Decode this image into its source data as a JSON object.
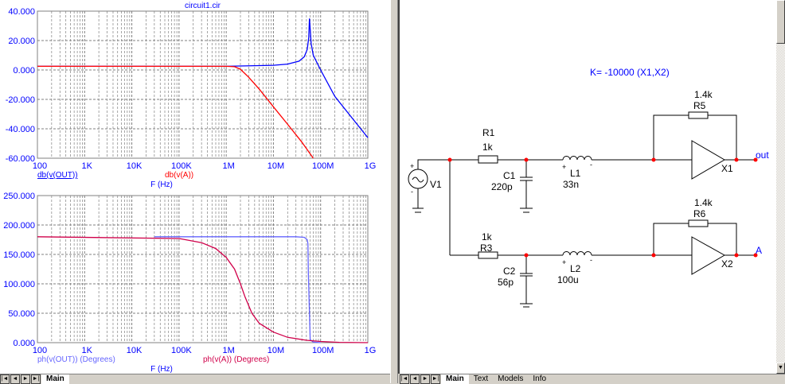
{
  "window": {
    "title": "circuit1.cir"
  },
  "colors": {
    "out": "#0000ff",
    "a": "#ff0000",
    "out_phase": "#6666ff",
    "a_phase": "#d0004a",
    "node": "#ff0000",
    "label": "#0000ff"
  },
  "chart_data": [
    {
      "type": "line",
      "title": "circuit1.cir",
      "xlabel": "F (Hz)",
      "ylabel": "",
      "xscale": "log",
      "xlim": [
        100,
        1000000000
      ],
      "ylim": [
        -60,
        40
      ],
      "grid": true,
      "x_ticks": [
        "100",
        "1K",
        "10K",
        "100K",
        "1M",
        "10M",
        "100M",
        "1G"
      ],
      "y_ticks": [
        "40.000",
        "20.000",
        "0.000",
        "-20.000",
        "-40.000",
        "-60.000"
      ],
      "series": [
        {
          "name": "db(v(OUT))",
          "color": "#0000ff",
          "x": [
            100,
            1000000,
            5000000,
            10000000,
            20000000,
            35000000,
            45000000,
            52000000,
            56000000,
            58000000,
            60000000,
            63000000,
            70000000,
            100000000,
            200000000,
            500000000,
            1000000000
          ],
          "y": [
            2.5,
            2.5,
            3,
            3.2,
            4,
            6,
            9,
            14,
            22,
            35,
            28,
            18,
            10,
            0,
            -18,
            -34,
            -46
          ]
        },
        {
          "name": "db(v(A))",
          "color": "#ff0000",
          "x": [
            100,
            1000000,
            1500000,
            2000000,
            3000000,
            5000000,
            10000000,
            20000000,
            40000000,
            70000000
          ],
          "y": [
            2.5,
            2.5,
            2.2,
            0.5,
            -5,
            -13,
            -25,
            -37,
            -49,
            -60
          ]
        }
      ]
    },
    {
      "type": "line",
      "title": "",
      "xlabel": "F (Hz)",
      "ylabel": "",
      "xscale": "log",
      "xlim": [
        100,
        1000000000
      ],
      "ylim": [
        0,
        250
      ],
      "grid": true,
      "x_ticks": [
        "100",
        "1K",
        "10K",
        "100K",
        "1M",
        "10M",
        "100M",
        "1G"
      ],
      "y_ticks": [
        "250.000",
        "200.000",
        "150.000",
        "100.000",
        "50.000",
        "0.000"
      ],
      "series": [
        {
          "name": "ph(v(OUT)) (Degrees)",
          "color": "#6666ff",
          "x": [
            30000,
            30000000,
            45000000,
            52000000,
            54000000,
            55000000,
            60000000,
            70000000,
            100000000
          ],
          "y": [
            180,
            180,
            179,
            175,
            168,
            120,
            5,
            1,
            0
          ]
        },
        {
          "name": "ph(v(A)) (Degrees)",
          "color": "#d0004a",
          "x": [
            100,
            100000,
            300000,
            600000,
            1000000,
            1500000,
            2000000,
            2500000,
            3500000,
            5000000,
            10000000,
            20000000,
            50000000,
            100000000,
            250000000,
            1000000000
          ],
          "y": [
            180,
            177,
            170,
            160,
            145,
            125,
            100,
            78,
            50,
            33,
            18,
            9,
            4,
            2,
            0.5,
            0
          ]
        }
      ]
    }
  ],
  "schematic": {
    "coupling": "K= -10000 (X1,X2)",
    "V1": "V1",
    "R1": "R1",
    "R1_val": "1k",
    "C1": "C1",
    "C1_val": "220p",
    "L1": "L1",
    "L1_val": "33n",
    "R5": "R5",
    "R5_val": "1.4k",
    "X1": "X1",
    "out": "out",
    "R3": "R3",
    "R3_val": "1k",
    "C2": "C2",
    "C2_val": "56p",
    "L2": "L2",
    "L2_val": "100u",
    "R6": "R6",
    "R6_val": "1.4k",
    "X2": "X2",
    "A": "A",
    "plus": "+",
    "minus": "-"
  },
  "tabs_left": {
    "nav": [
      "|◄",
      "◄",
      "►",
      "►|"
    ],
    "items": [
      "Main"
    ]
  },
  "tabs_right": {
    "nav": [
      "|◄",
      "◄",
      "►",
      "►|"
    ],
    "items": [
      "Main",
      "Text",
      "Models",
      "Info"
    ]
  },
  "scroll": {
    "down": "▼"
  }
}
